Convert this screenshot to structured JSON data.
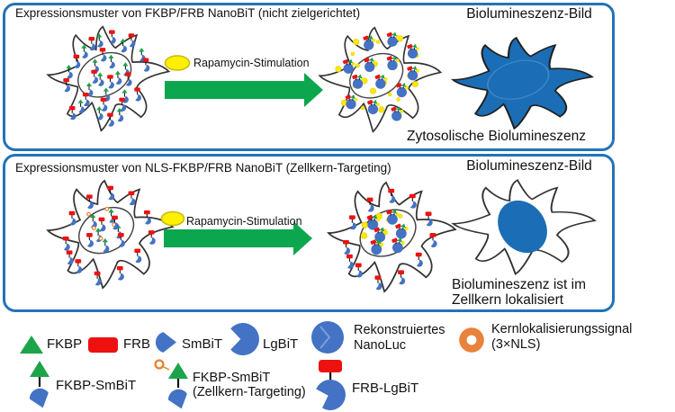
{
  "colors": {
    "panel_border": "#2273B8",
    "marker_blue": "#4472C4",
    "cell_fill_blue": "#1B6EB5",
    "fkbp_green": "#1CA44A",
    "frb_red": "#EE1111",
    "arrow_green": "#0CA64E",
    "luminescence_yellow": "#FFE80A",
    "nls_orange": "#E8823C"
  },
  "panel_top": {
    "title": "Expressionsmuster von FKBP/FRB NanoBiT (nicht zielgerichtet)",
    "bio_image_title": "Biolumineszenz-Bild",
    "arrow_label": "Rapamycin-Stimulation",
    "caption": "Zytosolische Biolumineszenz"
  },
  "panel_bottom": {
    "title": "Expressionsmuster von NLS-FKBP/FRB NanoBiT (Zellkern-Targeting)",
    "bio_image_title": "Biolumineszenz-Bild",
    "arrow_label": "Rapamycin-Stimulation",
    "caption_line1": "Biolumineszenz ist im",
    "caption_line2": "Zellkern lokalisiert"
  },
  "legend": {
    "fkbp": "FKBP",
    "frb": "FRB",
    "smbit": "SmBiT",
    "lgbit": "LgBiT",
    "nanoluc_line1": "Rekonstruiertes",
    "nanoluc_line2": "NanoLuc",
    "nls_line1": "Kernlokalisierungssignal",
    "nls_line2": "(3×NLS)",
    "fkbp_smbit": "FKBP-SmBiT",
    "fkbp_smbit_nls_line1": "FKBP-SmBiT",
    "fkbp_smbit_nls_line2": "(Zellkern-Targeting)",
    "frb_lgbit": "FRB-LgBiT"
  }
}
